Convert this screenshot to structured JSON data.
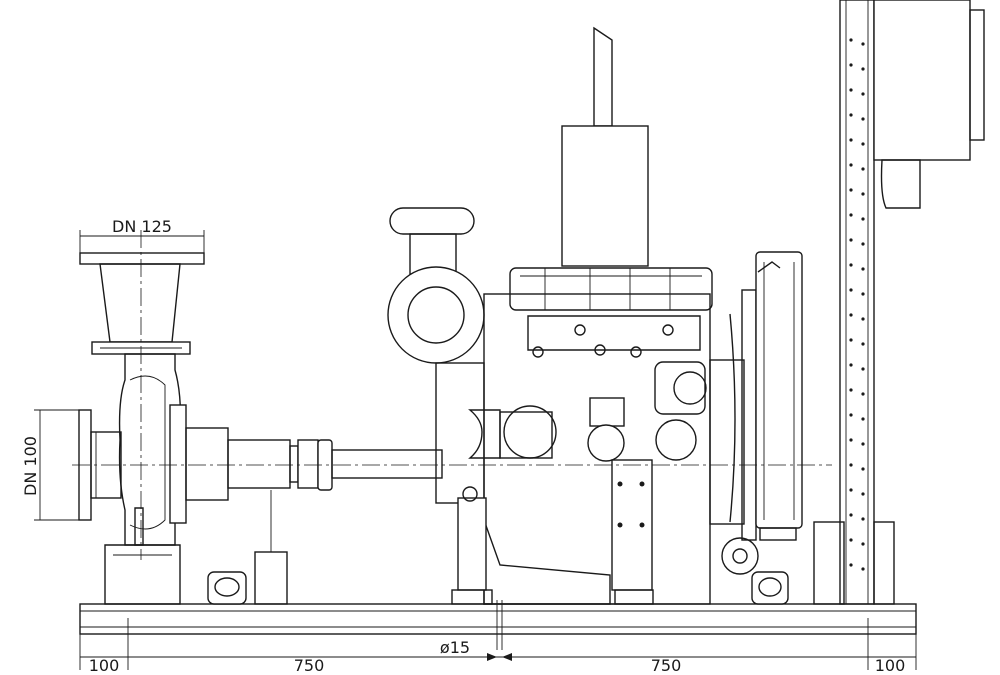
{
  "dimensions": {
    "top_flange": "DN 125",
    "side_flange": "DN 100",
    "bottom_left_margin": "100",
    "bottom_left_span": "750",
    "bolt_hole": "ø15",
    "bottom_right_span": "750",
    "bottom_right_margin": "100"
  },
  "colors": {
    "line": "#1a1a1a",
    "background": "#ffffff"
  }
}
